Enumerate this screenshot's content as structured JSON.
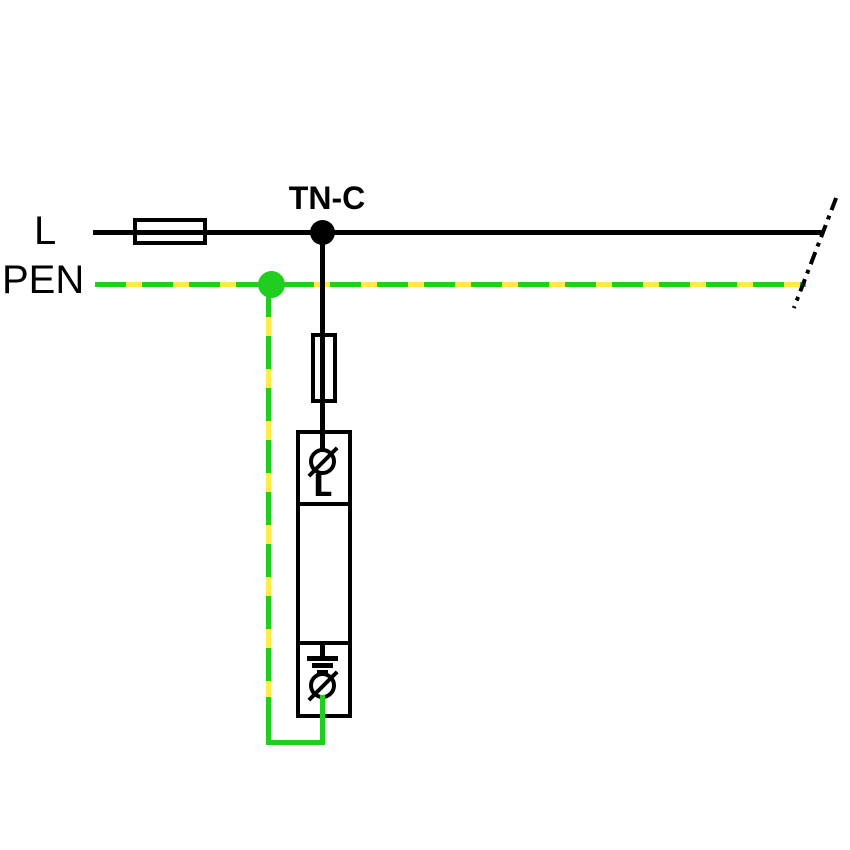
{
  "diagram": {
    "system_label": "TN-C",
    "conductor_l_label": "L",
    "conductor_pen_label": "PEN",
    "spd_terminal_label": "L",
    "symbols": {
      "l_line_fuse": "fuse-icon",
      "branch_fuse": "fuse-icon",
      "l_junction": "junction-dot",
      "pen_junction": "junction-dot",
      "spd_top_terminal": "screw-terminal-icon",
      "spd_bottom_terminal": "screw-terminal-icon",
      "spd_earth": "earth-symbol-icon",
      "right_edge": "line-break-mark"
    }
  },
  "colors": {
    "black": "#000000",
    "green": "#1FCE1F",
    "yellow": "#FFEB46",
    "bg": "#FFFFFF"
  }
}
